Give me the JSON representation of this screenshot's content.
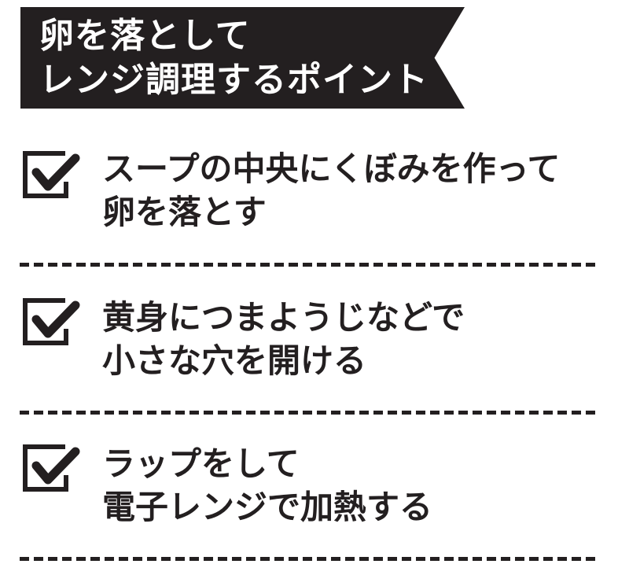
{
  "header": {
    "title_line1": "卵を落として",
    "title_line2": "レンジ調理するポイント",
    "background_color": "#231f20",
    "text_color": "#ffffff"
  },
  "checklist": {
    "icon": "checkbox-checked-icon",
    "items": [
      {
        "line1": "スープの中央にくぼみを作って",
        "line2": "卵を落とす",
        "checked": true
      },
      {
        "line1": "黄身につまようじなどで",
        "line2": "小さな穴を開ける",
        "checked": true
      },
      {
        "line1": "ラップをして",
        "line2": "電子レンジで加熱する",
        "checked": true
      }
    ]
  }
}
